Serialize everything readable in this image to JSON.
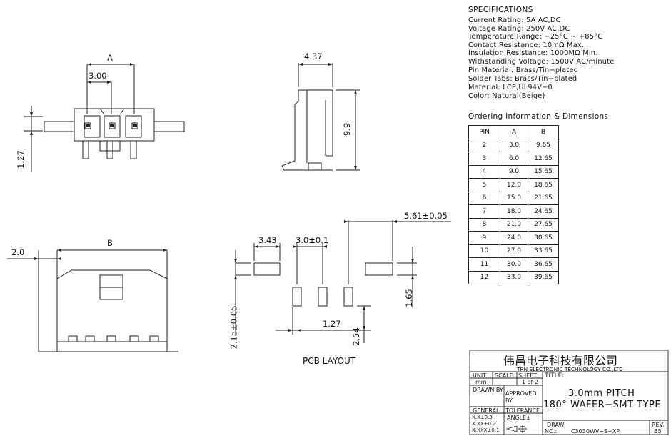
{
  "specifications": {
    "heading": "SPECIFICATIONS",
    "lines": [
      "Current Rating: 5A AC,DC",
      "Voltage Rating: 250V AC,DC",
      "Temperature Range: −25°C ~ +85°C",
      "Contact Resistance: 10mΩ Max.",
      "Insulation Resistance: 1000MΩ Min.",
      "Withstanding Voltage: 1500V AC/minute",
      "Pin Material: Brass/Tin−plated",
      "Solder Tabs: Brass/Tin−plated",
      "Material: LCP,UL94V−0",
      "Color: Natural(Beige)"
    ]
  },
  "ordering": {
    "title": "Ordering Information & Dimensions",
    "headers": [
      "PIN",
      "A",
      "B"
    ],
    "rows": [
      [
        "2",
        "3.0",
        "9.65"
      ],
      [
        "3",
        "6.0",
        "12.65"
      ],
      [
        "4",
        "9.0",
        "15.65"
      ],
      [
        "5",
        "12.0",
        "18.65"
      ],
      [
        "6",
        "15.0",
        "21.65"
      ],
      [
        "7",
        "18.0",
        "24.65"
      ],
      [
        "8",
        "21.0",
        "27.65"
      ],
      [
        "9",
        "24.0",
        "30.65"
      ],
      [
        "10",
        "27.0",
        "33.65"
      ],
      [
        "11",
        "30.0",
        "36.65"
      ],
      [
        "12",
        "33.0",
        "39.65"
      ]
    ]
  },
  "dimensions": {
    "a": "A",
    "pitch": "3.00",
    "height_127": "1.27",
    "width_437": "4.37",
    "height_99": "9.9",
    "b": "B",
    "offset_20": "2.0",
    "pad_343": "3.43",
    "pad_pitch": "3.0±0.1",
    "pad_561": "5.61±0.05",
    "pad_215": "2.15±0.05",
    "pad_165": "1.65",
    "pad_127": "1.27",
    "pad_254": "2.54",
    "pcb_layout": "PCB LAYOUT"
  },
  "title_block": {
    "company_cn": "伟昌电子科技有限公司",
    "company_en": "TRN ELECTRONIC TECHNOLOGY CO.,LTD",
    "unit_label": "UNIT",
    "scale_label": "SCALE",
    "sheet_label": "SHEET",
    "title_label": "TITLE:",
    "unit_value": "mm",
    "sheet_value": "1 of 2",
    "drawn_by": "DRAWN BY",
    "approved_by": "APPROVED BY",
    "general": "GENERAL",
    "tolerance": "TOLERANCE",
    "tol_1": "X.X±0.3",
    "tol_2": "X.XX±0.2",
    "tol_3": "X.XXX±0.1",
    "angle": "ANGLE±",
    "title_line1": "3.0mm PITCH",
    "title_line2": "180° WAFER−SMT TYPE",
    "draw_label": "DRAW",
    "no_label": "NO.:",
    "draw_no": "C3030WV−S−XP",
    "rev_label": "REV.",
    "rev_value": "B3"
  }
}
